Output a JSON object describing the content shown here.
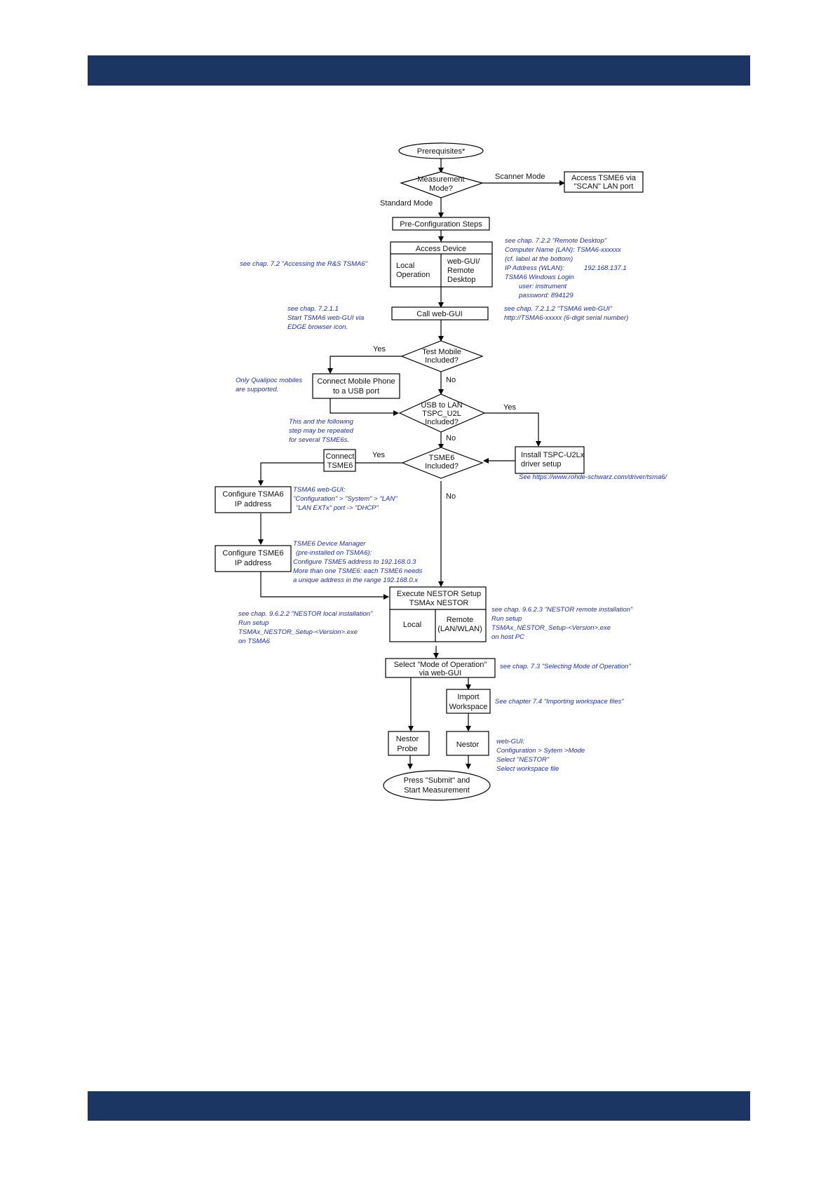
{
  "colors": {
    "banner": "#1c3664",
    "note_text": "#1f2fa6"
  },
  "flowchart": {
    "prerequisites": "Prerequisites*",
    "measurement_mode": [
      "Measurement",
      "Mode?"
    ],
    "scanner_mode": "Scanner Mode",
    "access_tsme6_scan": [
      "Access TSME6 via",
      "\"SCAN\" LAN port"
    ],
    "standard_mode": "Standard Mode",
    "pre_config": "Pre-Configuration Steps",
    "access_device": "Access Device",
    "local_operation": [
      "Local",
      "Operation"
    ],
    "web_gui_remote": [
      "web-GUI/",
      "Remote",
      "Desktop"
    ],
    "call_web_gui": "Call web-GUI",
    "test_mobile": [
      "Test Mobile",
      "Included?"
    ],
    "yes": "Yes",
    "no": "No",
    "connect_mobile": [
      "Connect Mobile Phone",
      "to a USB port"
    ],
    "usb_to_lan": [
      "USB to LAN",
      "TSPC_U2L",
      "Included?"
    ],
    "install_tspc": [
      "Install TSPC-U2Lx",
      "driver setup"
    ],
    "tsme6_included": [
      "TSME6",
      "Included?"
    ],
    "connect_tsme6": [
      "Connect",
      "TSME6"
    ],
    "configure_tsma6": [
      "Configure TSMA6",
      "IP address"
    ],
    "configure_tsme6": [
      "Configure TSME6",
      "IP address"
    ],
    "execute_nestor": [
      "Execute NESTOR Setup",
      "TSMAx NESTOR"
    ],
    "local": "Local",
    "remote": [
      "Remote",
      "(LAN/WLAN)"
    ],
    "select_mode": [
      "Select \"Mode of Operation\"",
      "via web-GUI"
    ],
    "import_workspace": [
      "Import",
      "Workspace"
    ],
    "nestor_probe": [
      "Nestor",
      "Probe"
    ],
    "nestor": "Nestor",
    "press_submit": [
      "Press \"Submit\" and",
      "Start Measurement"
    ]
  },
  "notes": {
    "remote_desktop": [
      "see chap. 7.2.2 \"Remote Desktop\"",
      "Computer Name (LAN): TSMA6-xxxxxx",
      "(cf. label at the bottom)",
      "IP Address (WLAN):",
      "192.168.137.1",
      "TSMA6 Windows Login",
      "user: instrument",
      "password: 894129"
    ],
    "accessing": "see chap. 7.2 \"Accessing the R&S TSMA6\"",
    "start_tsma6": [
      "see chap. 7.2.1.1",
      "Start TSMA6 web-GUI via",
      "EDGE browser icon."
    ],
    "tsma6_web_gui": [
      "see chap. 7.2.1.2 \"TSMA6 web-GUI\"",
      "http://TSMA6-xxxxx (6-digit serial number)"
    ],
    "qualipoc": [
      "Only Qualipoc mobiles",
      "are supported."
    ],
    "repeat": [
      "This and the following",
      "step may be repeated",
      "for several TSME6s."
    ],
    "driver_url": "See https://www.rohde-schwarz.com/driver/tsma6/",
    "tsma6_config": [
      "TSMA6 web-GUI:",
      "\"Configuration\" > \"System\" > \"LAN\"",
      "\"LAN EXTx\" port -> \"DHCP\""
    ],
    "tsme6_device_manager": [
      "TSME6 Device Manager",
      "(pre-installed on TSMA6):",
      "Configure TSME5 address to 192.168.0.3",
      "More than one TSME6: each TSME6 needs",
      "a unique address in the range 192.168.0.x"
    ],
    "nestor_local": [
      "see chap. 9.6.2.2 \"NESTOR local installation\"",
      "Run setup",
      "TSMAx_NESTOR_Setup-<Version>.exe",
      "on TSMA6"
    ],
    "nestor_remote": [
      "see chap.  9.6.2.3 \"NESTOR remote installation\"",
      "Run setup",
      "TSMAx_NESTOR_Setup-<Version>.exe",
      "on host PC"
    ],
    "selecting_mode": "see chap. 7.3 \"Selecting Mode of Operation\"",
    "importing_workspace": "See chapter 7.4 \"Importing workspace files\"",
    "web_gui_mode": [
      "web-GUI:",
      "Configuration > Sytem  >Mode",
      "Select  \"NESTOR\"",
      "Select workspace file"
    ]
  }
}
